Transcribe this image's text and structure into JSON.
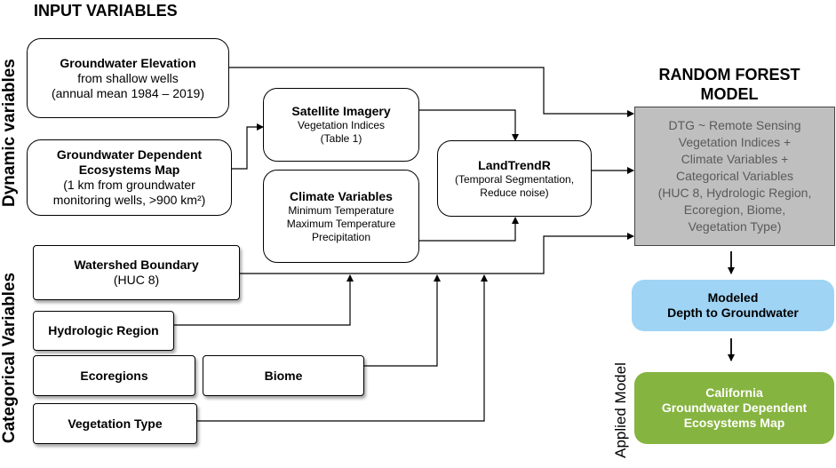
{
  "headings": {
    "input_variables": "INPUT VARIABLES",
    "random_forest": [
      "RANDOM FOREST",
      "MODEL"
    ],
    "dynamic_variables": "Dynamic variables",
    "categorical_variables": "Categorical Variables",
    "applied_model": "Applied Model"
  },
  "dynamic": {
    "groundwater_elevation": {
      "title": "Groundwater Elevation",
      "lines": [
        "from shallow wells",
        "(annual mean 1984 – 2019)"
      ]
    },
    "gde_map": {
      "title_lines": [
        "Groundwater Dependent",
        "Ecosystems Map"
      ],
      "lines": [
        "(1 km from groundwater",
        "monitoring wells, >900 km²)"
      ]
    },
    "satellite": {
      "title": "Satellite Imagery",
      "lines": [
        "Vegetation Indices",
        "(Table 1)"
      ]
    },
    "climate": {
      "title": "Climate Variables",
      "lines": [
        "Minimum Temperature",
        "Maximum Temperature",
        "Precipitation"
      ]
    },
    "landtrendr": {
      "title": "LandTrendR",
      "lines": [
        "(Temporal Segmentation,",
        "Reduce noise)"
      ]
    }
  },
  "categorical": {
    "watershed": {
      "title": "Watershed Boundary",
      "sub": "(HUC 8)"
    },
    "hydrologic": {
      "title": "Hydrologic Region"
    },
    "ecoregions": {
      "title": "Ecoregions"
    },
    "biome": {
      "title": "Biome"
    },
    "vegetation": {
      "title": "Vegetation Type"
    }
  },
  "model": {
    "lines": [
      "DTG  ~  Remote Sensing",
      "Vegetation Indices +",
      "Climate Variables +",
      "Categorical Variables",
      "(HUC 8, Hydrologic Region,",
      "Ecoregion, Biome,",
      "Vegetation Type)"
    ]
  },
  "outputs": {
    "modeled": {
      "lines": [
        "Modeled",
        "Depth to Groundwater"
      ],
      "color": "#9fd4f5"
    },
    "california": {
      "lines": [
        "California",
        "Groundwater Dependent",
        "Ecosystems Map"
      ],
      "color": "#86b440"
    }
  }
}
